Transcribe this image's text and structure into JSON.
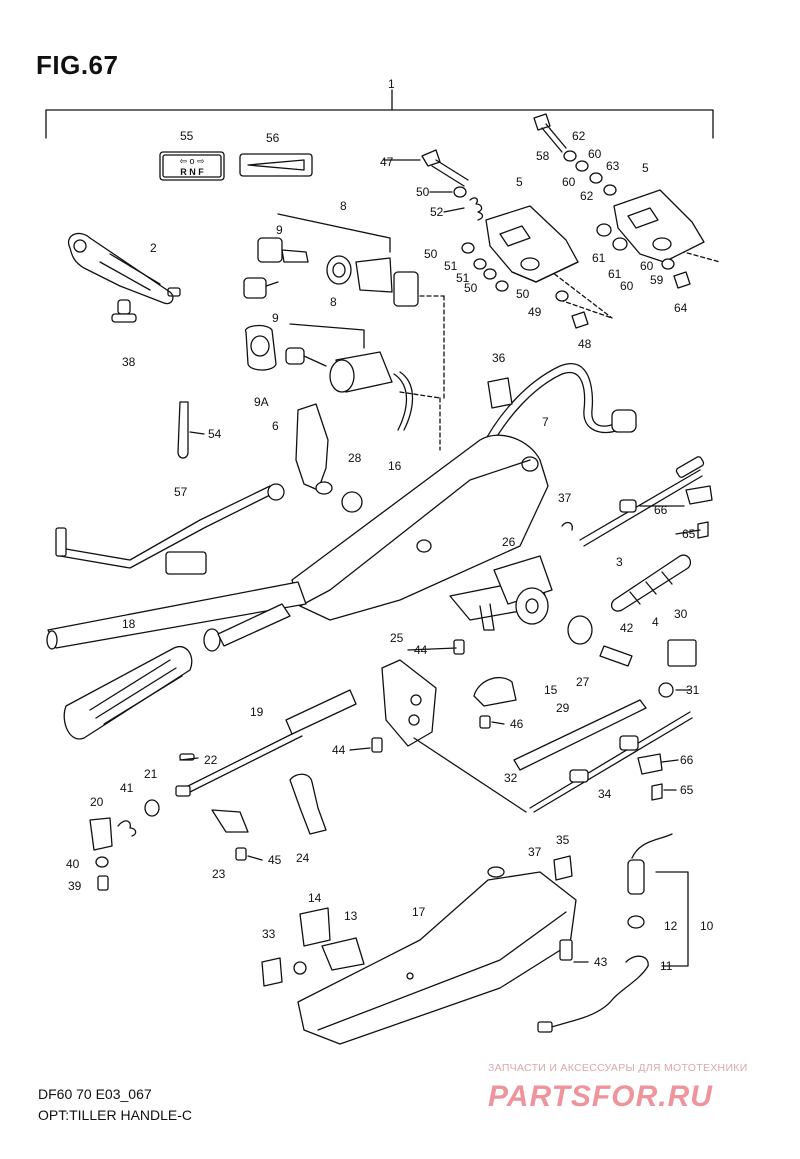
{
  "figure": {
    "title": "FIG.67",
    "code": "DF60 70 E03_067",
    "name": "OPT:TILLER HANDLE-C"
  },
  "watermark": {
    "caption": "ЗАПЧАСТИ И АКСЕССУАРЫ ДЛЯ МОТОТЕХНИКИ",
    "logo": "PARTSFOR.RU",
    "color": "#e23a4b"
  },
  "colors": {
    "line": "#111111",
    "paper": "#ffffff"
  },
  "callouts": [
    {
      "id": "c1",
      "label": "1"
    },
    {
      "id": "c2",
      "label": "2"
    },
    {
      "id": "c3",
      "label": "3"
    },
    {
      "id": "c4",
      "label": "4"
    },
    {
      "id": "c5a",
      "label": "5"
    },
    {
      "id": "c5b",
      "label": "5"
    },
    {
      "id": "c6",
      "label": "6"
    },
    {
      "id": "c7",
      "label": "7"
    },
    {
      "id": "c8a",
      "label": "8"
    },
    {
      "id": "c8b",
      "label": "8"
    },
    {
      "id": "c9a",
      "label": "9"
    },
    {
      "id": "c9b",
      "label": "9"
    },
    {
      "id": "c9A",
      "label": "9A"
    },
    {
      "id": "c10",
      "label": "10"
    },
    {
      "id": "c11",
      "label": "11"
    },
    {
      "id": "c12",
      "label": "12"
    },
    {
      "id": "c13",
      "label": "13"
    },
    {
      "id": "c14",
      "label": "14"
    },
    {
      "id": "c15",
      "label": "15"
    },
    {
      "id": "c16",
      "label": "16"
    },
    {
      "id": "c17",
      "label": "17"
    },
    {
      "id": "c18",
      "label": "18"
    },
    {
      "id": "c19",
      "label": "19"
    },
    {
      "id": "c20",
      "label": "20"
    },
    {
      "id": "c21",
      "label": "21"
    },
    {
      "id": "c22",
      "label": "22"
    },
    {
      "id": "c23",
      "label": "23"
    },
    {
      "id": "c24",
      "label": "24"
    },
    {
      "id": "c25",
      "label": "25"
    },
    {
      "id": "c26",
      "label": "26"
    },
    {
      "id": "c27",
      "label": "27"
    },
    {
      "id": "c28",
      "label": "28"
    },
    {
      "id": "c29",
      "label": "29"
    },
    {
      "id": "c30",
      "label": "30"
    },
    {
      "id": "c31",
      "label": "31"
    },
    {
      "id": "c32",
      "label": "32"
    },
    {
      "id": "c33",
      "label": "33"
    },
    {
      "id": "c34",
      "label": "34"
    },
    {
      "id": "c35",
      "label": "35"
    },
    {
      "id": "c36",
      "label": "36"
    },
    {
      "id": "c37a",
      "label": "37"
    },
    {
      "id": "c37b",
      "label": "37"
    },
    {
      "id": "c38",
      "label": "38"
    },
    {
      "id": "c39",
      "label": "39"
    },
    {
      "id": "c40",
      "label": "40"
    },
    {
      "id": "c41",
      "label": "41"
    },
    {
      "id": "c42",
      "label": "42"
    },
    {
      "id": "c43",
      "label": "43"
    },
    {
      "id": "c44a",
      "label": "44"
    },
    {
      "id": "c44b",
      "label": "44"
    },
    {
      "id": "c45",
      "label": "45"
    },
    {
      "id": "c46",
      "label": "46"
    },
    {
      "id": "c47",
      "label": "47"
    },
    {
      "id": "c48",
      "label": "48"
    },
    {
      "id": "c49",
      "label": "49"
    },
    {
      "id": "c50a",
      "label": "50"
    },
    {
      "id": "c50b",
      "label": "50"
    },
    {
      "id": "c50c",
      "label": "50"
    },
    {
      "id": "c50d",
      "label": "50"
    },
    {
      "id": "c51a",
      "label": "51"
    },
    {
      "id": "c51b",
      "label": "51"
    },
    {
      "id": "c52",
      "label": "52"
    },
    {
      "id": "c54",
      "label": "54"
    },
    {
      "id": "c55",
      "label": "55"
    },
    {
      "id": "c56",
      "label": "56"
    },
    {
      "id": "c57",
      "label": "57"
    },
    {
      "id": "c58",
      "label": "58"
    },
    {
      "id": "c59",
      "label": "59"
    },
    {
      "id": "c60a",
      "label": "60"
    },
    {
      "id": "c60b",
      "label": "60"
    },
    {
      "id": "c60c",
      "label": "60"
    },
    {
      "id": "c60d",
      "label": "60"
    },
    {
      "id": "c61a",
      "label": "61"
    },
    {
      "id": "c61b",
      "label": "61"
    },
    {
      "id": "c62a",
      "label": "62"
    },
    {
      "id": "c62b",
      "label": "62"
    },
    {
      "id": "c63",
      "label": "63"
    },
    {
      "id": "c64",
      "label": "64"
    },
    {
      "id": "c65a",
      "label": "65"
    },
    {
      "id": "c65b",
      "label": "65"
    },
    {
      "id": "c66a",
      "label": "66"
    },
    {
      "id": "c66b",
      "label": "66"
    }
  ],
  "decal_55": {
    "top": "⇦ o ⇨",
    "bottom": "R N F"
  }
}
